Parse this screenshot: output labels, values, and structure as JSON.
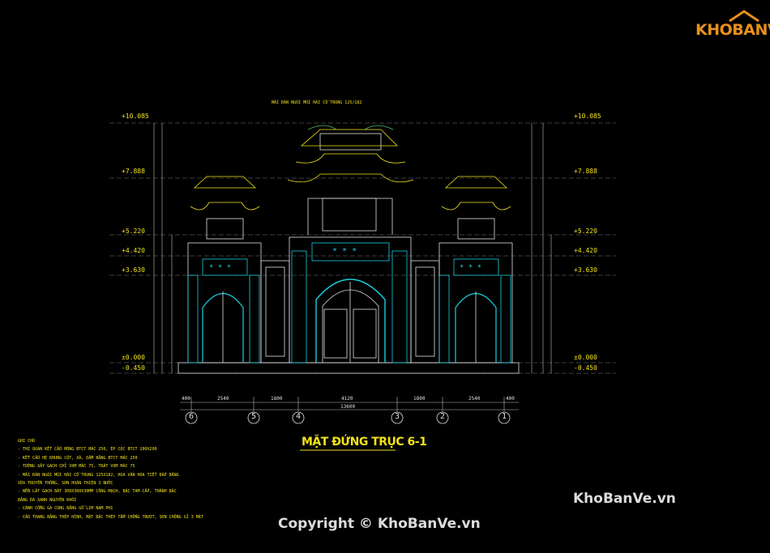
{
  "logo": {
    "text": "KHOBANVE",
    "icon": "house-roof-icon"
  },
  "drawing": {
    "title": "MẶT ĐỨNG TRỤC 6-1",
    "roof_note": "MÁI ĐÁN NGÓI MŨI HÀI CỔ TRUNG 125/182",
    "levels_left": [
      "+10.085",
      "+7.888",
      "+5.220",
      "+4.420",
      "+3.630",
      "±0.000",
      "-0.450"
    ],
    "levels_right": [
      "+10.085",
      "+7.888",
      "+5.220",
      "+4.420",
      "+3.630",
      "±0.000",
      "-0.450"
    ],
    "dims_bottom": [
      "400",
      "2540",
      "1800",
      "4120",
      "1800",
      "2540",
      "400"
    ],
    "dim_total": "13600",
    "axes": [
      "6",
      "5",
      "4",
      "3",
      "2",
      "1"
    ]
  },
  "notes": {
    "heading": "GHI CHÚ",
    "lines": [
      "- THI QUAN KẾT CẤU MÓNG BTCT MÁC 250, ÉP CỌC BTCT 200X200",
      "- KẾT CẤU HỆ KHUNG CỘT, XÀ, DẦM BẰNG BTCT MÁC 250",
      "- TƯỜNG XÂY GẠCH CHỈ VXM MÁC 75, TRÁT VXM MÁC 75",
      "- MÁI ĐÁN NGÓI MŨI HÀI CỔ TRUNG 125X182, HOA VĂN HOA TIẾT ĐẮP BẰNG",
      "VỮA TRUYỀN THỐNG, SƠN HOÀN THIỆN 3 NƯỚC",
      "- NỀN LÁT GẠCH BÁT 300X300X30MM CÔNG MẠCH, BẬC TAM CẤP, THÀNH BẬC",
      "BẰNG ĐÁ XANH NGUYÊN KHỐI",
      "- CÁNH CỔNG GA CÙNG BẰNG GỖ LIM NAM PHI",
      "- CẦU THANG BẰNG THÉP HÌNH, MẶT BẬC THÉP TẤM CHỐNG TRƯỢT, SƠN CHỐNG GỈ 3 MẶT"
    ]
  },
  "watermarks": {
    "right": "KhoBanVe.vn",
    "center": "Copyright © KhoBanVe.vn"
  },
  "colors": {
    "background": "#000000",
    "annotation": "#f2e21a",
    "line": "#e0e0e0",
    "cyan": "#18d0e0",
    "green": "#4cc870",
    "brand": "#e8901c"
  }
}
